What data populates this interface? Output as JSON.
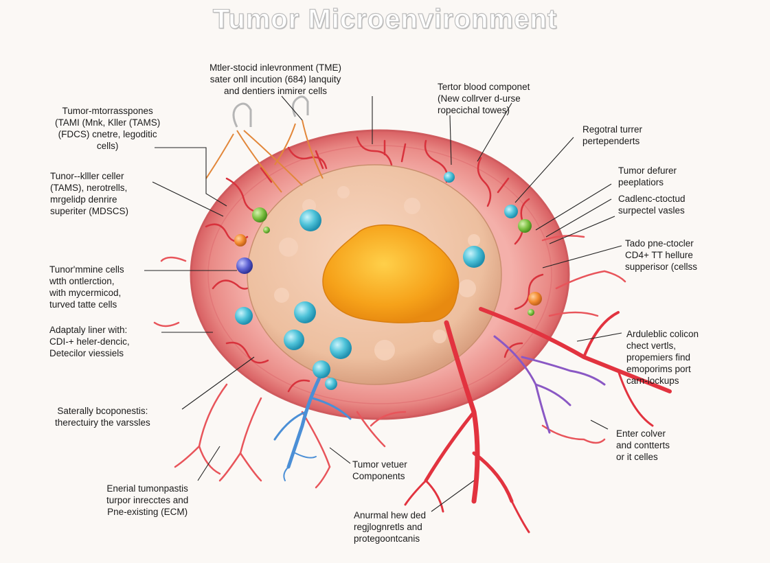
{
  "title": "Tumor Microenvironment",
  "labels": {
    "top_center": [
      "Mtler-stocid inlevronment (TME)",
      "sater onll incution (684) lanquity",
      "and dentiers inmirer cells"
    ],
    "top_right": [
      "Tertor blood componet",
      "(New collrver d-urse",
      "ropecichal towes)"
    ],
    "left_1": [
      "Tumor-mtorrasspones",
      "(TAMI (Mnk, Kller (TAMS)",
      "(FDCS) cnetre, legoditic",
      "cells)"
    ],
    "left_2": [
      "Tunor--klller celler",
      "(TAMS), nerotrells,",
      "mrgelidp denrire",
      "superiter (MDSCS)"
    ],
    "left_3": [
      "Tunor'mmine cells",
      "wtth ontlerction,",
      "with mycermicod,",
      "turved tatte cells"
    ],
    "left_4": [
      "Adaptaly liner with:",
      "CDI-+ heler-dencic,",
      "Detecilor viessiels"
    ],
    "left_5": [
      "Saterally bcoponestis:",
      "therectuiry the varssles"
    ],
    "bottom_left": [
      "Enerial tumonpastis",
      "turpor inrecctes and",
      "Pne-existing (ECM)"
    ],
    "bottom_center_1": [
      "Tumor vetuer",
      "Components"
    ],
    "bottom_center_2": [
      "Anurmal hew ded",
      "regjlognretls and",
      "protegoontcanis"
    ],
    "right_1": [
      "Regotral turrer",
      "pertependerts"
    ],
    "right_2": [
      "Tumor defurer",
      "peeplatiors"
    ],
    "right_3": [
      "Cadlenc-ctoctud",
      "surpectel vasles"
    ],
    "right_4": [
      "Tado pne-ctocler",
      "CD4+ TT hellure",
      "supperisor (cellss"
    ],
    "right_5": [
      "Arduleblic colicon",
      "chect vertls,",
      "propemiers find",
      "emoporims port",
      "carn-lockups"
    ],
    "right_6": [
      "Enter colver",
      "and contterts",
      "or it celles"
    ]
  },
  "colors": {
    "nucleus": "#f6a21a",
    "cytoplasm": "#f0c4a8",
    "stroma": "#e98b8b",
    "vessel": "#e2333f",
    "lymphatic": "#4b8fd6",
    "immune_cell": "#4fc3d9",
    "t_cell": "#7cc142",
    "macrophage": "#f28a2e",
    "nk_cell": "#5a5fd1"
  }
}
